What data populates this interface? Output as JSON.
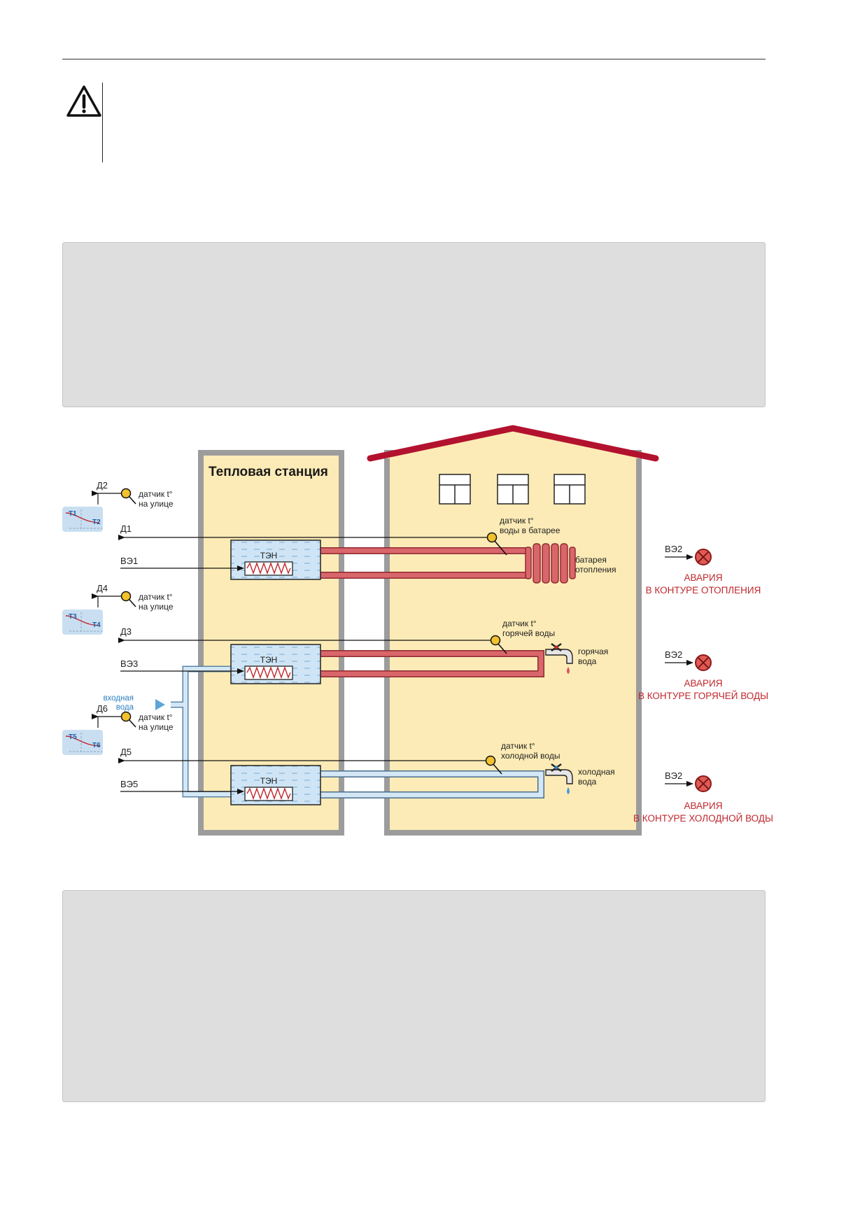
{
  "diagram": {
    "station_title": "Тепловая станция",
    "heater_label": "ТЭН",
    "inlet_water_label": [
      "входная",
      "вода"
    ],
    "outdoor_sensor_label": [
      "датчик t°",
      "на улице"
    ],
    "circuits": [
      {
        "outdoor_signal": "Д2",
        "water_signal": "Д1",
        "heater_output": "ВЭ1",
        "curve_left": "Т1",
        "curve_right": "Т2",
        "water_sensor_label": [
          "датчик t°",
          "воды в батарее"
        ],
        "consumer_label": [
          "батарея",
          "отопления"
        ],
        "alarm_output": "ВЭ2",
        "alarm_label": [
          "АВАРИЯ",
          "В КОНТУРЕ ОТОПЛЕНИЯ"
        ]
      },
      {
        "outdoor_signal": "Д4",
        "water_signal": "Д3",
        "heater_output": "ВЭ3",
        "curve_left": "Т3",
        "curve_right": "Т4",
        "water_sensor_label": [
          "датчик t°",
          "горячей воды"
        ],
        "consumer_label": [
          "горячая",
          "вода"
        ],
        "alarm_output": "ВЭ2",
        "alarm_label": [
          "АВАРИЯ",
          "В КОНТУРЕ ГОРЯЧЕЙ ВОДЫ"
        ]
      },
      {
        "outdoor_signal": "Д6",
        "water_signal": "Д5",
        "heater_output": "ВЭ5",
        "curve_left": "Т5",
        "curve_right": "Т6",
        "water_sensor_label": [
          "датчик t°",
          "холодной воды"
        ],
        "consumer_label": [
          "холодная",
          "вода"
        ],
        "alarm_output": "ВЭ2",
        "alarm_label": [
          "АВАРИЯ",
          "В КОНТУРЕ ХОЛОДНОЙ ВОДЫ"
        ]
      }
    ]
  },
  "colors": {
    "panel_fill": "#fcebb6",
    "panel_border": "#9c9c9c",
    "roof": "#b3122e",
    "hot_pipe": "#d9666b",
    "cold_pipe": "#d4e7f5",
    "tank_water": "#cfe5f5",
    "sensor_fill": "#f2c12e",
    "alarm_red": "#c0272d",
    "info_box": "#dedede"
  }
}
